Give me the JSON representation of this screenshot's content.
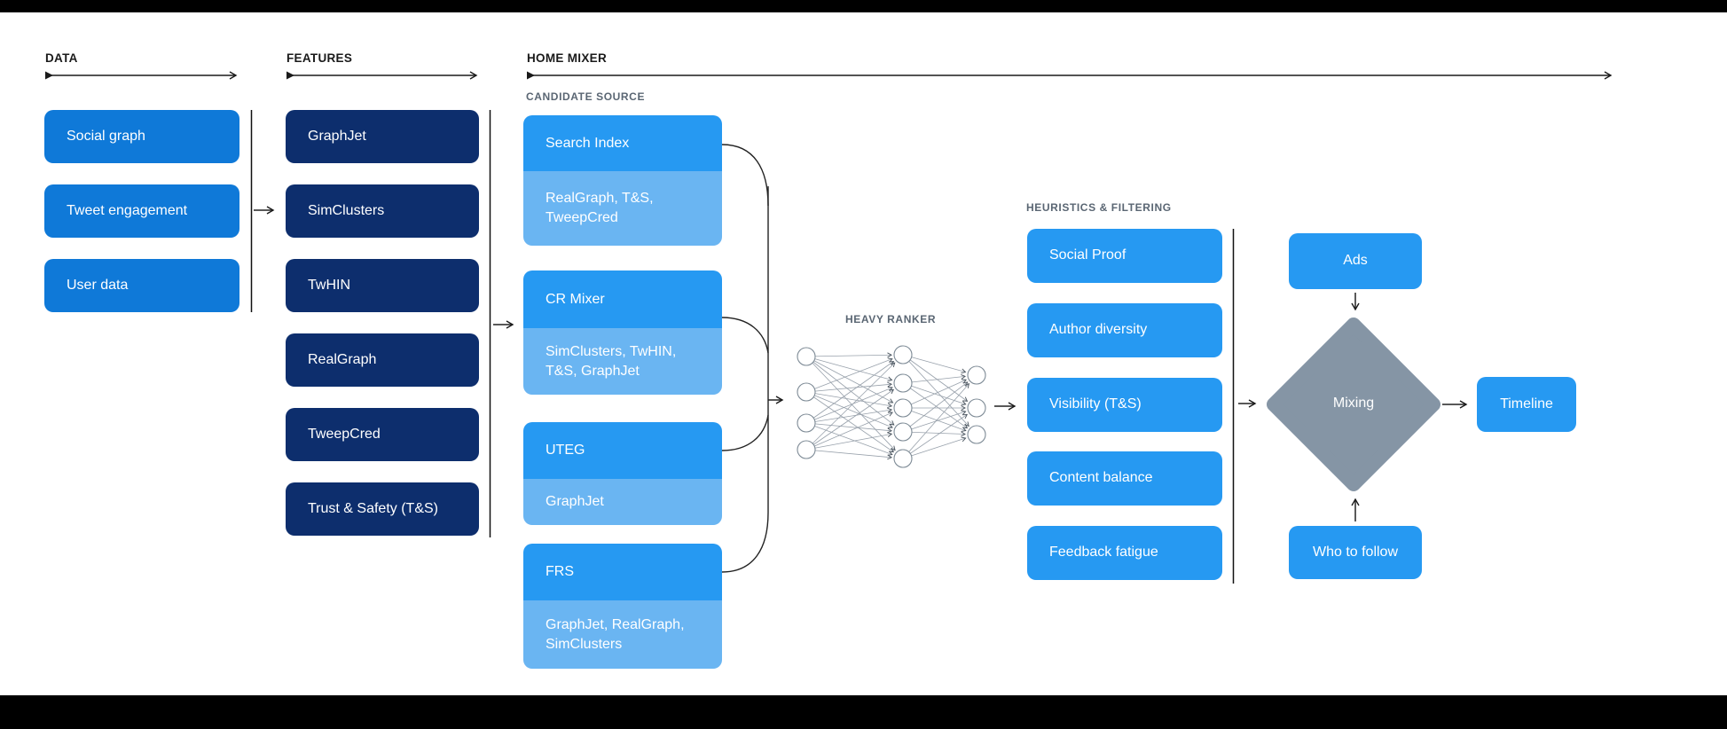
{
  "colors": {
    "data_box_blue": "#0f79d8",
    "feature_box_navy": "#0d2e6d",
    "candidate_header_blue": "#2699f2",
    "candidate_sub_blue": "#6ab5f2",
    "heuristic_box_blue": "#2699f2",
    "mixing_diamond_gray": "#8595a5",
    "small_label_gray": "#5a6673",
    "arrow_ink": "#1a1a1a"
  },
  "headers": {
    "data": "DATA",
    "features": "FEATURES",
    "home_mixer": "HOME MIXER"
  },
  "labels": {
    "candidate_source": "CANDIDATE SOURCE",
    "heavy_ranker": "HEAVY RANKER",
    "heuristics_filtering": "HEURISTICS & FILTERING"
  },
  "data_sources": [
    "Social graph",
    "Tweet engagement",
    "User data"
  ],
  "features": [
    "GraphJet",
    "SimClusters",
    "TwHIN",
    "RealGraph",
    "TweepCred",
    "Trust & Safety (T&S)"
  ],
  "candidate_sources": [
    {
      "name": "Search Index",
      "inputs": "RealGraph, T&S, TweepCred"
    },
    {
      "name": "CR Mixer",
      "inputs": "SimClusters, TwHIN, T&S, GraphJet"
    },
    {
      "name": "UTEG",
      "inputs": "GraphJet"
    },
    {
      "name": "FRS",
      "inputs": "GraphJet, RealGraph, SimClusters"
    }
  ],
  "heuristics": [
    "Social Proof",
    "Author diversity",
    "Visibility (T&S)",
    "Content balance",
    "Feedback fatigue"
  ],
  "mixing_stage": {
    "ads": "Ads",
    "mixing": "Mixing",
    "who_to_follow": "Who to follow",
    "timeline": "Timeline"
  }
}
